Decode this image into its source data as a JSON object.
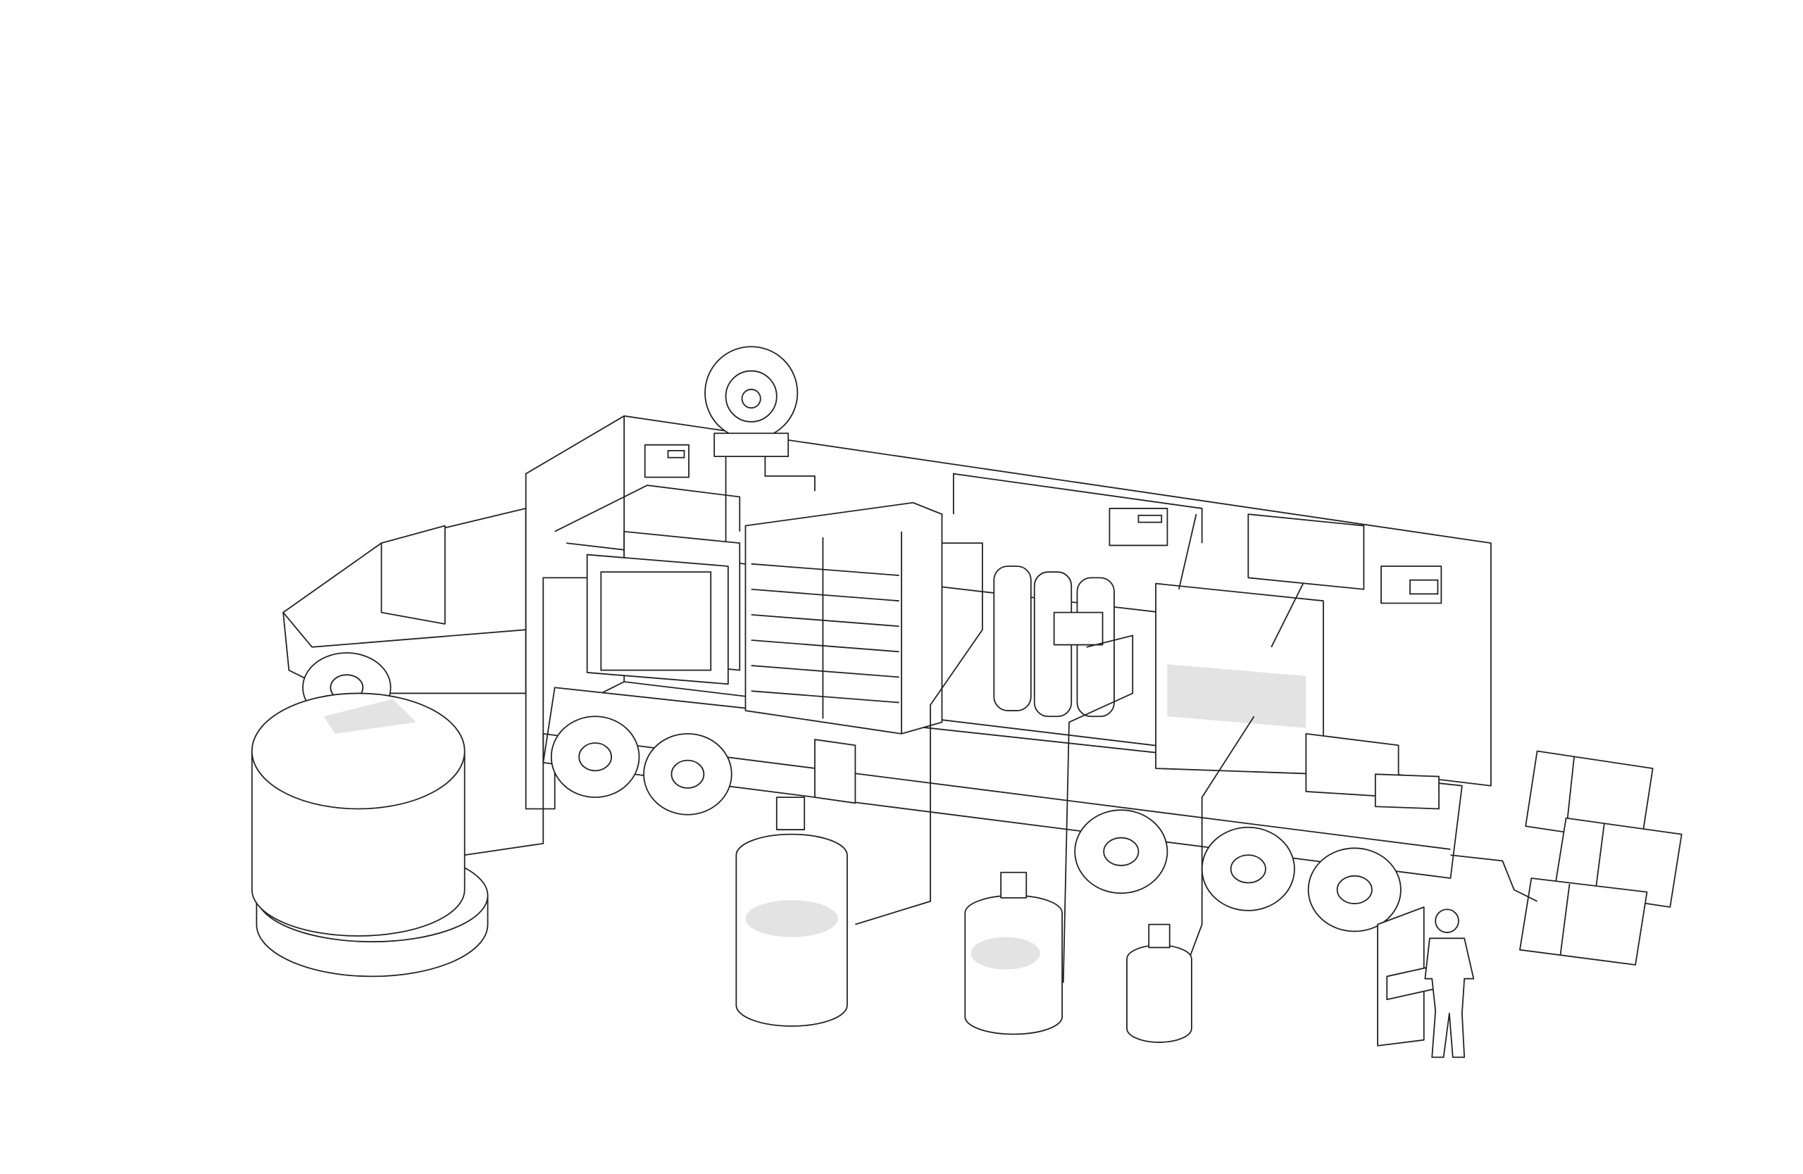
{
  "colors": {
    "line": "#222222",
    "background": "#ffffff",
    "shade": "#dcdcdc"
  },
  "components": [
    "truck-cab",
    "trailer",
    "storage-tank",
    "blower-fan",
    "filter-press",
    "drawer-rack",
    "gas-cylinders",
    "reaction-chamber",
    "control-box",
    "collection-jar",
    "solar-panel",
    "operator-person",
    "control-kiosk"
  ]
}
